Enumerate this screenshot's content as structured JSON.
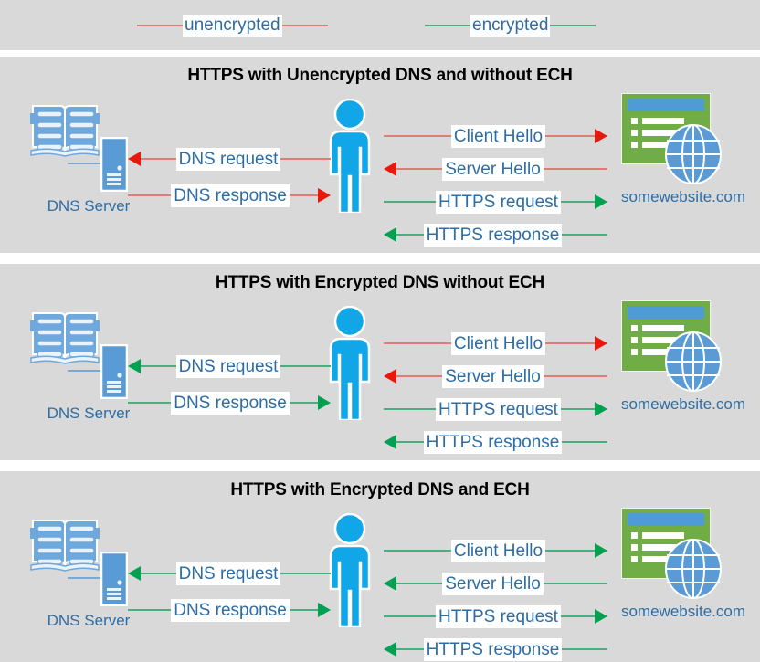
{
  "legend": {
    "items": [
      {
        "label": "unencrypted",
        "color": "#E07C78",
        "name": "legend-unencrypted"
      },
      {
        "label": "encrypted",
        "color": "#4BAE7E",
        "name": "legend-encrypted"
      }
    ]
  },
  "colors": {
    "panel_background": "#D9D9D9",
    "page_background": "#FFFFFF",
    "red_line": "#E07C78",
    "red_head": "#E8180C",
    "green_line": "#4BAE7E",
    "green_head": "#00A050",
    "text_blue": "#2E6DA4",
    "title_black": "#000000",
    "person_blue": "#11A6E8",
    "browser_green": "#70AD47",
    "browser_bar_blue": "#4E9BD5",
    "book_blue": "#6FA8DC",
    "globe_blue": "#5B9BD5"
  },
  "nodes": {
    "dns_server_label": "DNS Server",
    "website_label": "somewebsite.com",
    "dns_icon": "book-server-icon",
    "website_icon": "browser-globe-icon",
    "user_icon": "person-icon"
  },
  "panels": [
    {
      "id": "panel-unencrypted-dns",
      "title": "HTTPS with Unencrypted DNS and without ECH",
      "left_flows": [
        {
          "label": "DNS request",
          "direction": "left",
          "encryption": "unencrypted"
        },
        {
          "label": "DNS response",
          "direction": "right",
          "encryption": "unencrypted"
        }
      ],
      "right_flows": [
        {
          "label": "Client Hello",
          "direction": "right",
          "encryption": "unencrypted"
        },
        {
          "label": "Server Hello",
          "direction": "left",
          "encryption": "unencrypted"
        },
        {
          "label": "HTTPS request",
          "direction": "right",
          "encryption": "encrypted"
        },
        {
          "label": "HTTPS response",
          "direction": "left",
          "encryption": "encrypted"
        }
      ]
    },
    {
      "id": "panel-encrypted-dns",
      "title": "HTTPS with Encrypted DNS without ECH",
      "left_flows": [
        {
          "label": "DNS request",
          "direction": "left",
          "encryption": "encrypted"
        },
        {
          "label": "DNS response",
          "direction": "right",
          "encryption": "encrypted"
        }
      ],
      "right_flows": [
        {
          "label": "Client Hello",
          "direction": "right",
          "encryption": "unencrypted"
        },
        {
          "label": "Server Hello",
          "direction": "left",
          "encryption": "unencrypted"
        },
        {
          "label": "HTTPS request",
          "direction": "right",
          "encryption": "encrypted"
        },
        {
          "label": "HTTPS response",
          "direction": "left",
          "encryption": "encrypted"
        }
      ]
    },
    {
      "id": "panel-encrypted-dns-ech",
      "title": "HTTPS with Encrypted DNS and ECH",
      "left_flows": [
        {
          "label": "DNS request",
          "direction": "left",
          "encryption": "encrypted"
        },
        {
          "label": "DNS response",
          "direction": "right",
          "encryption": "encrypted"
        }
      ],
      "right_flows": [
        {
          "label": "Client Hello",
          "direction": "right",
          "encryption": "encrypted"
        },
        {
          "label": "Server Hello",
          "direction": "left",
          "encryption": "encrypted"
        },
        {
          "label": "HTTPS request",
          "direction": "right",
          "encryption": "encrypted"
        },
        {
          "label": "HTTPS response",
          "direction": "left",
          "encryption": "encrypted"
        }
      ]
    }
  ]
}
